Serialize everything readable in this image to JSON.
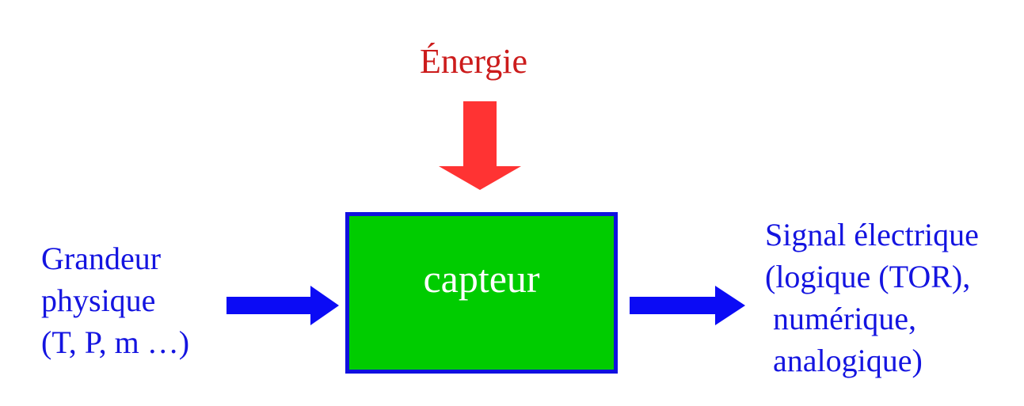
{
  "colors": {
    "energy_text": "#cc1c1c",
    "energy_arrow": "#ff3333",
    "flow_text": "#1414e0",
    "flow_arrow": "#0b0bf5",
    "box_fill": "#00cc00",
    "box_border": "#1010e0",
    "box_text": "#ffffff"
  },
  "energy": {
    "label": "Énergie"
  },
  "input": {
    "label": "Grandeur\nphysique\n(T, P, m …)"
  },
  "sensor": {
    "label": "capteur"
  },
  "output": {
    "label": "Signal électrique\n(logique (TOR),\n numérique,\n analogique)"
  }
}
